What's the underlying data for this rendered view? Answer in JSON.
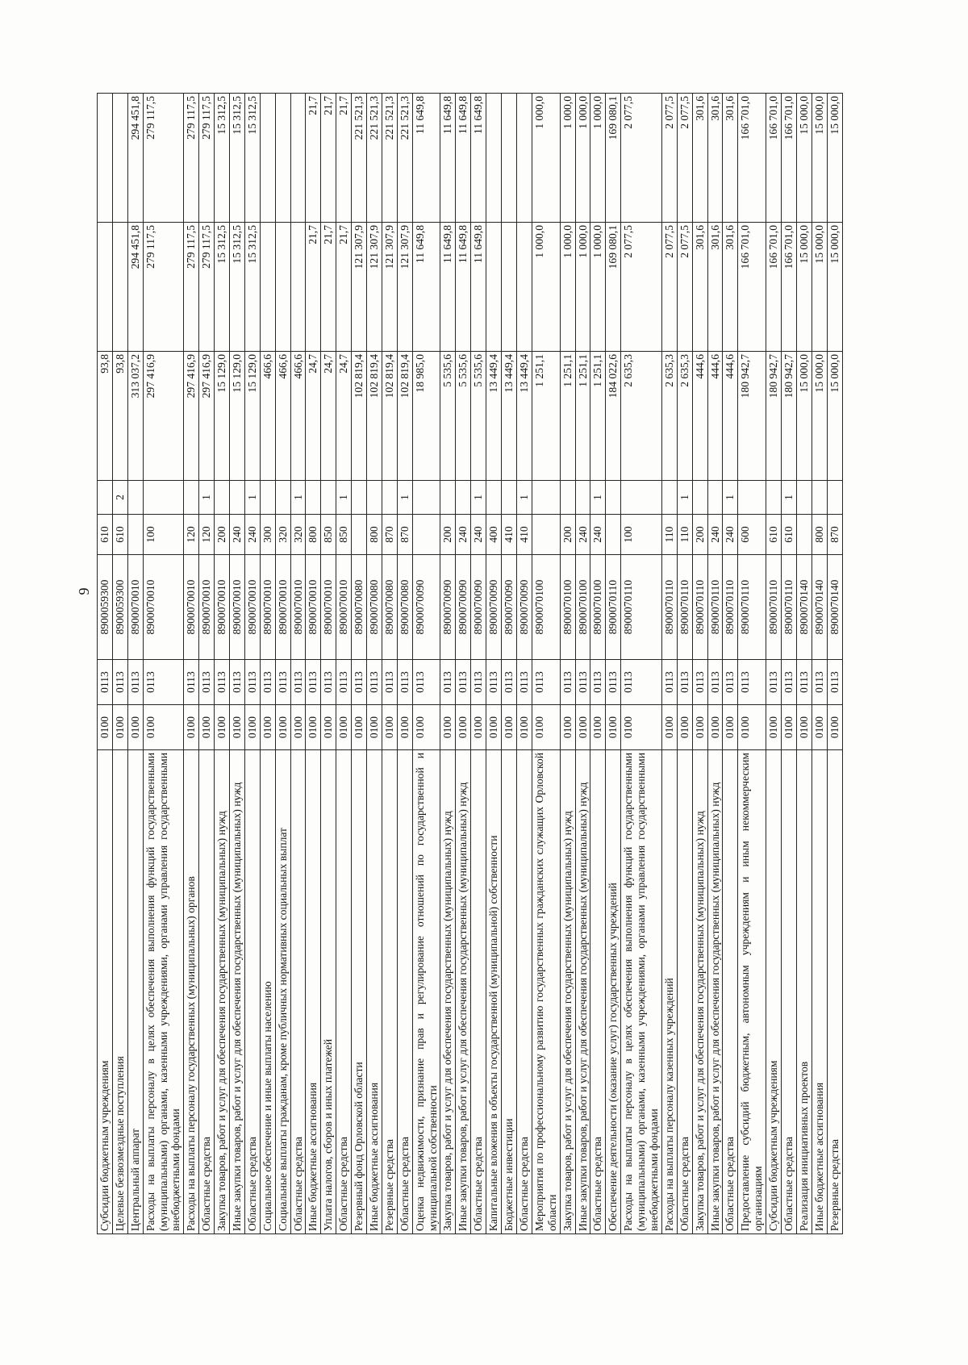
{
  "page": {
    "number": "9"
  },
  "table": {
    "rows": [
      {
        "name": "Субсидии бюджетным учреждениям",
        "rz": "0100",
        "pr": "0113",
        "csr": "8900059300",
        "vr": "610",
        "src": "",
        "s1": "93,8",
        "s2": "",
        "s3": ""
      },
      {
        "name": "Целевые безвозмездные поступления",
        "rz": "0100",
        "pr": "0113",
        "csr": "8900059300",
        "vr": "610",
        "src": "2",
        "s1": "93,8",
        "s2": "",
        "s3": ""
      },
      {
        "name": "Центральный аппарат",
        "rz": "0100",
        "pr": "0113",
        "csr": "8900070010",
        "vr": "",
        "src": "",
        "s1": "313 037,2",
        "s2": "294 451,8",
        "s3": "294 451,8"
      },
      {
        "name": "Расходы на выплаты персоналу в целях обеспечения выполнения функций государственными (муниципальными) органами, казенными учреждениями, органами управления государственными внебюджетными фондами",
        "rz": "0100",
        "pr": "0113",
        "csr": "8900070010",
        "vr": "100",
        "src": "",
        "s1": "297 416,9",
        "s2": "279 117,5",
        "s3": "279 117,5"
      },
      {
        "name": "Расходы на выплаты персоналу государственных (муниципальных) органов",
        "rz": "0100",
        "pr": "0113",
        "csr": "8900070010",
        "vr": "120",
        "src": "",
        "s1": "297 416,9",
        "s2": "279 117,5",
        "s3": "279 117,5"
      },
      {
        "name": "Областные средства",
        "rz": "0100",
        "pr": "0113",
        "csr": "8900070010",
        "vr": "120",
        "src": "1",
        "s1": "297 416,9",
        "s2": "279 117,5",
        "s3": "279 117,5"
      },
      {
        "name": "Закупка товаров, работ и услуг для обеспечения государственных (муниципальных) нужд",
        "rz": "0100",
        "pr": "0113",
        "csr": "8900070010",
        "vr": "200",
        "src": "",
        "s1": "15 129,0",
        "s2": "15 312,5",
        "s3": "15 312,5"
      },
      {
        "name": "Иные закупки товаров, работ и услуг для обеспечения государственных (муниципальных) нужд",
        "rz": "0100",
        "pr": "0113",
        "csr": "8900070010",
        "vr": "240",
        "src": "",
        "s1": "15 129,0",
        "s2": "15 312,5",
        "s3": "15 312,5"
      },
      {
        "name": "Областные средства",
        "rz": "0100",
        "pr": "0113",
        "csr": "8900070010",
        "vr": "240",
        "src": "1",
        "s1": "15 129,0",
        "s2": "15 312,5",
        "s3": "15 312,5"
      },
      {
        "name": "Социальное обеспечение и иные выплаты населению",
        "rz": "0100",
        "pr": "0113",
        "csr": "8900070010",
        "vr": "300",
        "src": "",
        "s1": "466,6",
        "s2": "",
        "s3": ""
      },
      {
        "name": "Социальные выплаты гражданам, кроме публичных нормативных социальных выплат",
        "rz": "0100",
        "pr": "0113",
        "csr": "8900070010",
        "vr": "320",
        "src": "",
        "s1": "466,6",
        "s2": "",
        "s3": ""
      },
      {
        "name": "Областные средства",
        "rz": "0100",
        "pr": "0113",
        "csr": "8900070010",
        "vr": "320",
        "src": "1",
        "s1": "466,6",
        "s2": "",
        "s3": ""
      },
      {
        "name": "Иные бюджетные ассигнования",
        "rz": "0100",
        "pr": "0113",
        "csr": "8900070010",
        "vr": "800",
        "src": "",
        "s1": "24,7",
        "s2": "21,7",
        "s3": "21,7"
      },
      {
        "name": "Уплата налогов, сборов и иных платежей",
        "rz": "0100",
        "pr": "0113",
        "csr": "8900070010",
        "vr": "850",
        "src": "",
        "s1": "24,7",
        "s2": "21,7",
        "s3": "21,7"
      },
      {
        "name": "Областные средства",
        "rz": "0100",
        "pr": "0113",
        "csr": "8900070010",
        "vr": "850",
        "src": "1",
        "s1": "24,7",
        "s2": "21,7",
        "s3": "21,7"
      },
      {
        "name": "Резервный фонд Орловской области",
        "rz": "0100",
        "pr": "0113",
        "csr": "8900070080",
        "vr": "",
        "src": "",
        "s1": "102 819,4",
        "s2": "121 307,9",
        "s3": "221 521,3"
      },
      {
        "name": "Иные бюджетные ассигнования",
        "rz": "0100",
        "pr": "0113",
        "csr": "8900070080",
        "vr": "800",
        "src": "",
        "s1": "102 819,4",
        "s2": "121 307,9",
        "s3": "221 521,3"
      },
      {
        "name": "Резервные средства",
        "rz": "0100",
        "pr": "0113",
        "csr": "8900070080",
        "vr": "870",
        "src": "",
        "s1": "102 819,4",
        "s2": "121 307,9",
        "s3": "221 521,3"
      },
      {
        "name": "Областные средства",
        "rz": "0100",
        "pr": "0113",
        "csr": "8900070080",
        "vr": "870",
        "src": "1",
        "s1": "102 819,4",
        "s2": "121 307,9",
        "s3": "221 521,3"
      },
      {
        "name": "Оценка недвижимости, признание прав и регулирование отношений по государственной и муниципальной собственности",
        "rz": "0100",
        "pr": "0113",
        "csr": "8900070090",
        "vr": "",
        "src": "",
        "s1": "18 985,0",
        "s2": "11 649,8",
        "s3": "11 649,8"
      },
      {
        "name": "Закупка товаров, работ и услуг для обеспечения государственных (муниципальных) нужд",
        "rz": "0100",
        "pr": "0113",
        "csr": "8900070090",
        "vr": "200",
        "src": "",
        "s1": "5 535,6",
        "s2": "11 649,8",
        "s3": "11 649,8"
      },
      {
        "name": "Иные закупки товаров, работ и услуг для обеспечения государственных (муниципальных) нужд",
        "rz": "0100",
        "pr": "0113",
        "csr": "8900070090",
        "vr": "240",
        "src": "",
        "s1": "5 535,6",
        "s2": "11 649,8",
        "s3": "11 649,8"
      },
      {
        "name": "Областные средства",
        "rz": "0100",
        "pr": "0113",
        "csr": "8900070090",
        "vr": "240",
        "src": "1",
        "s1": "5 535,6",
        "s2": "11 649,8",
        "s3": "11 649,8"
      },
      {
        "name": "Капитальные вложения в объекты государственной (муниципальной) собственности",
        "rz": "0100",
        "pr": "0113",
        "csr": "8900070090",
        "vr": "400",
        "src": "",
        "s1": "13 449,4",
        "s2": "",
        "s3": ""
      },
      {
        "name": "Бюджетные инвестиции",
        "rz": "0100",
        "pr": "0113",
        "csr": "8900070090",
        "vr": "410",
        "src": "",
        "s1": "13 449,4",
        "s2": "",
        "s3": ""
      },
      {
        "name": "Областные средства",
        "rz": "0100",
        "pr": "0113",
        "csr": "8900070090",
        "vr": "410",
        "src": "1",
        "s1": "13 449,4",
        "s2": "",
        "s3": ""
      },
      {
        "name": "Мероприятия по профессиональному развитию государственных гражданских  служащих Орловской области",
        "rz": "0100",
        "pr": "0113",
        "csr": "8900070100",
        "vr": "",
        "src": "",
        "s1": "1 251,1",
        "s2": "1 000,0",
        "s3": "1 000,0"
      },
      {
        "name": "Закупка товаров, работ и услуг для обеспечения государственных (муниципальных) нужд",
        "rz": "0100",
        "pr": "0113",
        "csr": "8900070100",
        "vr": "200",
        "src": "",
        "s1": "1 251,1",
        "s2": "1 000,0",
        "s3": "1 000,0"
      },
      {
        "name": "Иные закупки товаров, работ и услуг для обеспечения государственных (муниципальных) нужд",
        "rz": "0100",
        "pr": "0113",
        "csr": "8900070100",
        "vr": "240",
        "src": "",
        "s1": "1 251,1",
        "s2": "1 000,0",
        "s3": "1 000,0"
      },
      {
        "name": "Областные средства",
        "rz": "0100",
        "pr": "0113",
        "csr": "8900070100",
        "vr": "240",
        "src": "1",
        "s1": "1 251,1",
        "s2": "1 000,0",
        "s3": "1 000,0"
      },
      {
        "name": "Обеспечение деятельности (оказание услуг) государственных учреждений",
        "rz": "0100",
        "pr": "0113",
        "csr": "8900070110",
        "vr": "",
        "src": "",
        "s1": "184 022,6",
        "s2": "169 080,1",
        "s3": "169 080,1"
      },
      {
        "name": "Расходы на выплаты персоналу в целях обеспечения выполнения функций государственными (муниципальными) органами, казенными учреждениями, органами управления государственными внебюджетными фондами",
        "rz": "0100",
        "pr": "0113",
        "csr": "8900070110",
        "vr": "100",
        "src": "",
        "s1": "2 635,3",
        "s2": "2 077,5",
        "s3": "2 077,5"
      },
      {
        "name": "Расходы на выплаты персоналу казенных учреждений",
        "rz": "0100",
        "pr": "0113",
        "csr": "8900070110",
        "vr": "110",
        "src": "",
        "s1": "2 635,3",
        "s2": "2 077,5",
        "s3": "2 077,5"
      },
      {
        "name": "Областные средства",
        "rz": "0100",
        "pr": "0113",
        "csr": "8900070110",
        "vr": "110",
        "src": "1",
        "s1": "2 635,3",
        "s2": "2 077,5",
        "s3": "2 077,5"
      },
      {
        "name": "Закупка товаров, работ и услуг для обеспечения государственных (муниципальных) нужд",
        "rz": "0100",
        "pr": "0113",
        "csr": "8900070110",
        "vr": "200",
        "src": "",
        "s1": "444,6",
        "s2": "301,6",
        "s3": "301,6"
      },
      {
        "name": "Иные закупки товаров, работ и услуг для обеспечения государственных (муниципальных) нужд",
        "rz": "0100",
        "pr": "0113",
        "csr": "8900070110",
        "vr": "240",
        "src": "",
        "s1": "444,6",
        "s2": "301,6",
        "s3": "301,6"
      },
      {
        "name": "Областные средства",
        "rz": "0100",
        "pr": "0113",
        "csr": "8900070110",
        "vr": "240",
        "src": "1",
        "s1": "444,6",
        "s2": "301,6",
        "s3": "301,6"
      },
      {
        "name": "Предоставление субсидий бюджетным, автономным учреждениям и иным некоммерческим организациям",
        "rz": "0100",
        "pr": "0113",
        "csr": "8900070110",
        "vr": "600",
        "src": "",
        "s1": "180 942,7",
        "s2": "166 701,0",
        "s3": "166 701,0"
      },
      {
        "name": "Субсидии бюджетным учреждениям",
        "rz": "0100",
        "pr": "0113",
        "csr": "8900070110",
        "vr": "610",
        "src": "",
        "s1": "180 942,7",
        "s2": "166 701,0",
        "s3": "166 701,0"
      },
      {
        "name": "Областные средства",
        "rz": "0100",
        "pr": "0113",
        "csr": "8900070110",
        "vr": "610",
        "src": "1",
        "s1": "180 942,7",
        "s2": "166 701,0",
        "s3": "166 701,0"
      },
      {
        "name": "Реализация инициативных проектов",
        "rz": "0100",
        "pr": "0113",
        "csr": "8900070140",
        "vr": "",
        "src": "",
        "s1": "15 000,0",
        "s2": "15 000,0",
        "s3": "15 000,0"
      },
      {
        "name": "Иные бюджетные ассигнования",
        "rz": "0100",
        "pr": "0113",
        "csr": "8900070140",
        "vr": "800",
        "src": "",
        "s1": "15 000,0",
        "s2": "15 000,0",
        "s3": "15 000,0"
      },
      {
        "name": "Резервные средства",
        "rz": "0100",
        "pr": "0113",
        "csr": "8900070140",
        "vr": "870",
        "src": "",
        "s1": "15 000,0",
        "s2": "15 000,0",
        "s3": "15 000,0"
      }
    ]
  }
}
